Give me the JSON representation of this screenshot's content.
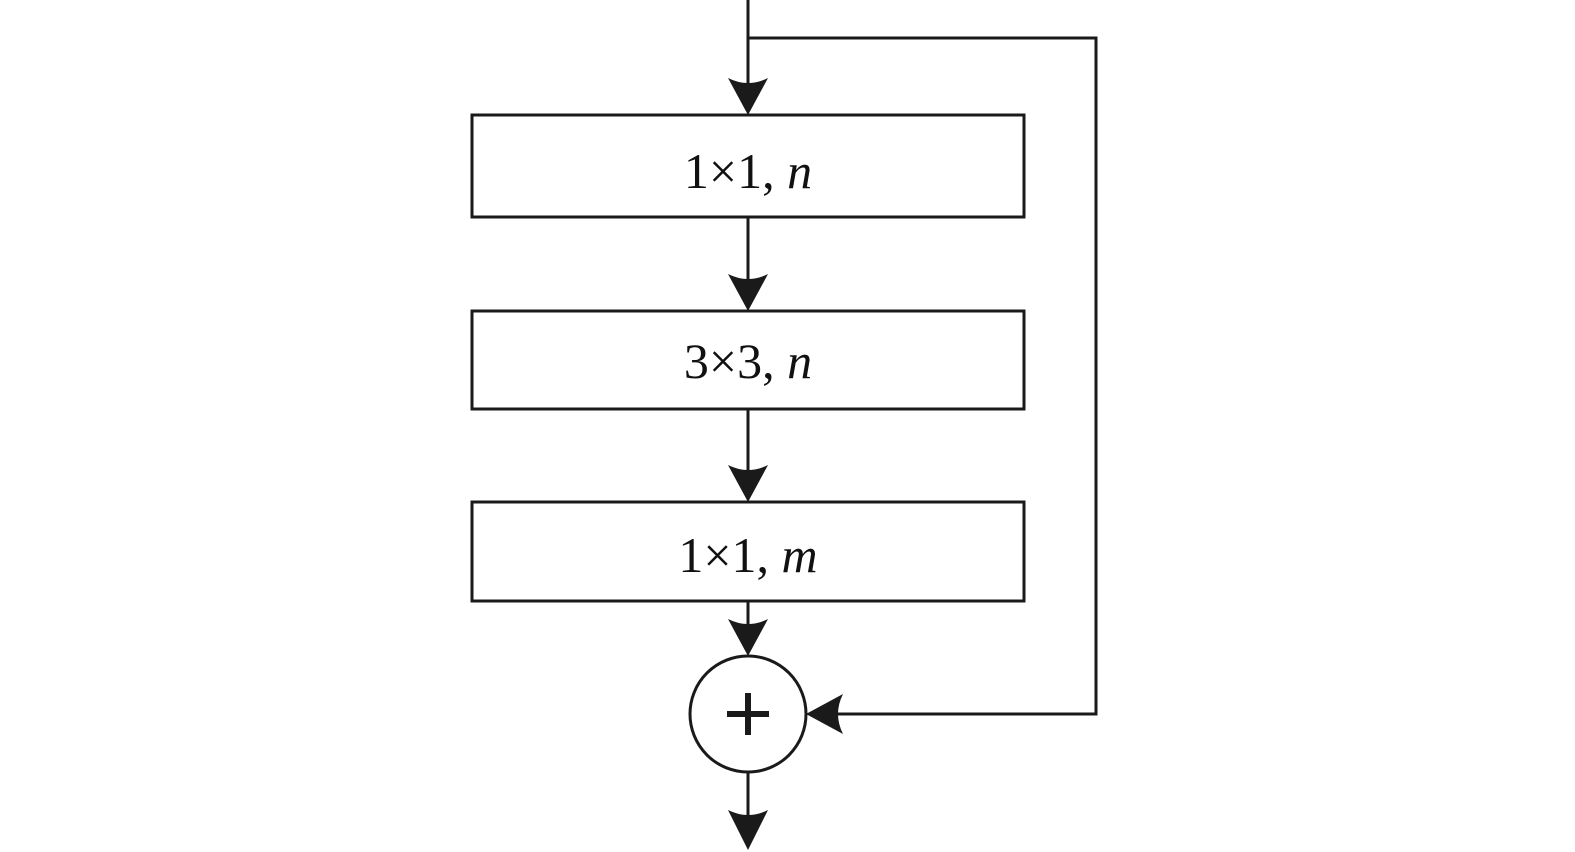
{
  "colors": {
    "stroke": "#1a1a1a",
    "background": "#ffffff"
  },
  "blocks": [
    {
      "dims": "1×1, ",
      "var": "n"
    },
    {
      "dims": "3×3, ",
      "var": "n"
    },
    {
      "dims": "1×1, ",
      "var": "m"
    }
  ],
  "add_node": {
    "symbol": "+"
  },
  "icons": {
    "add": "plus-circle-icon",
    "arrow": "arrowhead-icon"
  }
}
